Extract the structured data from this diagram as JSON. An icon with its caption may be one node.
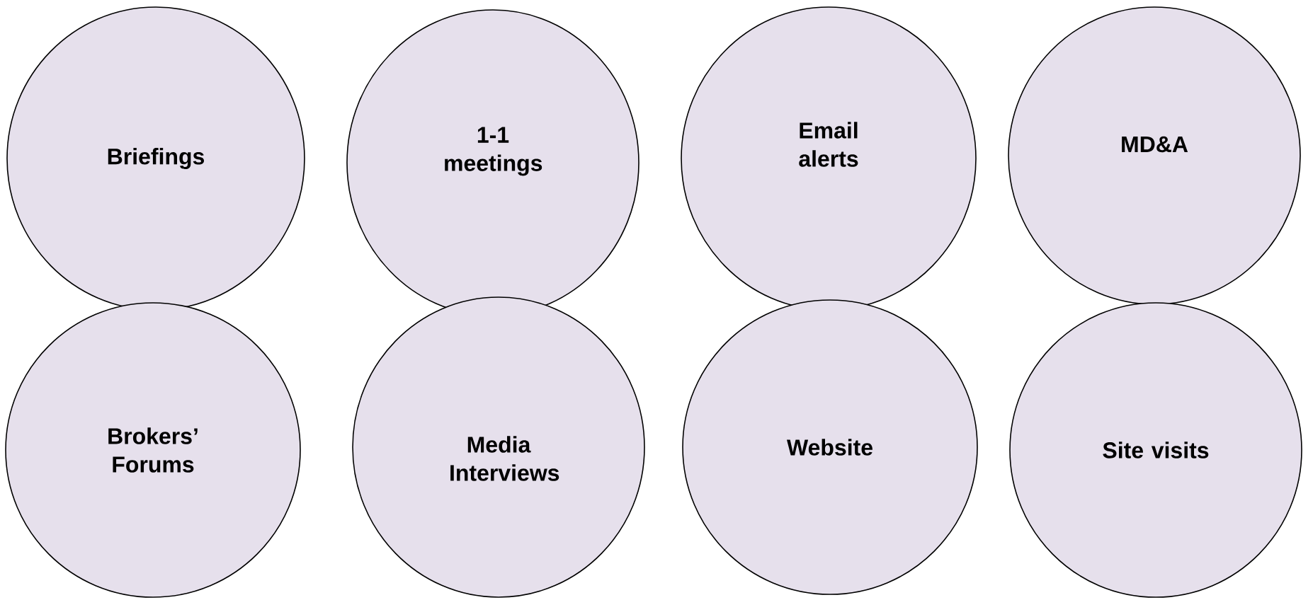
{
  "diagram": {
    "nodes": [
      {
        "text": [
          "Briefings"
        ]
      },
      {
        "text": [
          "1-1 meetings"
        ]
      },
      {
        "text": [
          "Email alerts"
        ]
      },
      {
        "text": [
          "MD&A"
        ]
      },
      {
        "text": [
          "Brokers’ Forums"
        ]
      },
      {
        "text": [
          "Media Interviews"
        ]
      },
      {
        "text": [
          "Website"
        ]
      },
      {
        "text": [
          "Site visits"
        ]
      }
    ]
  }
}
